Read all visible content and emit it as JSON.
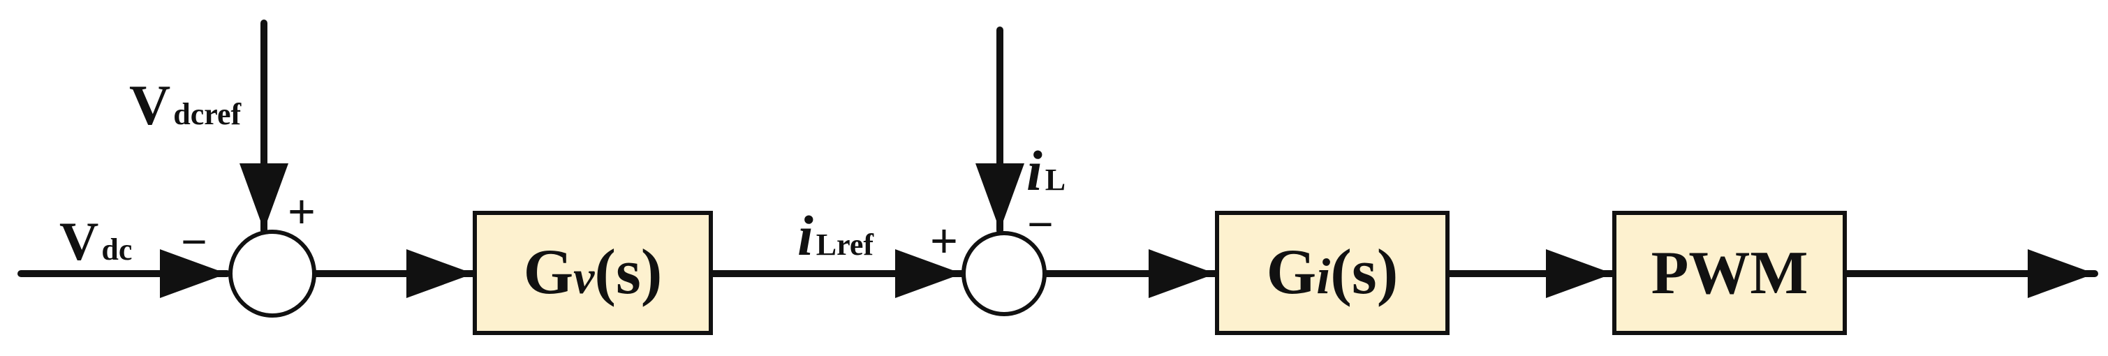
{
  "diagram": {
    "colors": {
      "block_fill": "#fdf1cf",
      "stroke": "#111111",
      "background": "#ffffff"
    },
    "inputs": {
      "vdc": {
        "main": "V",
        "sub": "dc"
      },
      "vdcref": {
        "main": "V",
        "sub": "dcref"
      },
      "il": {
        "main": "i",
        "sub": "L"
      },
      "ilref": {
        "main": "i",
        "sub": "Lref"
      }
    },
    "summer1": {
      "left_sign": "−",
      "top_sign": "+"
    },
    "summer2": {
      "left_sign": "+",
      "top_sign": "−"
    },
    "blocks": {
      "gv": {
        "pre": "G",
        "var": "v",
        "post": "(s)"
      },
      "gi": {
        "pre": "G",
        "var": "i",
        "post": "(s)"
      },
      "pwm": {
        "label": "PWM"
      }
    }
  }
}
